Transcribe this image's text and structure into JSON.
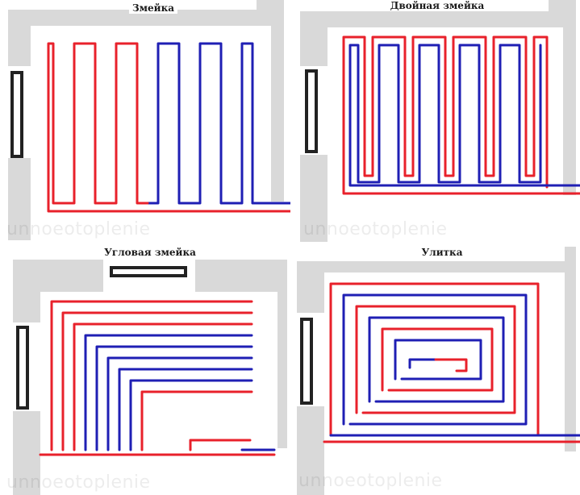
{
  "colors": {
    "supply": "#e8212b",
    "return": "#1f1fb4",
    "wall": "#d9d9d9",
    "window_frame": "#222222",
    "window_glass": "#ffffff"
  },
  "watermark": "unnoeotoplenie",
  "panels": [
    {
      "id": "zmeyka",
      "title": "Змейка"
    },
    {
      "id": "double-zmeyka",
      "title": "Двойная змейка"
    },
    {
      "id": "corner-zmeyka",
      "title": "Угловая змейка"
    },
    {
      "id": "ulitka",
      "title": "Улитка"
    }
  ]
}
